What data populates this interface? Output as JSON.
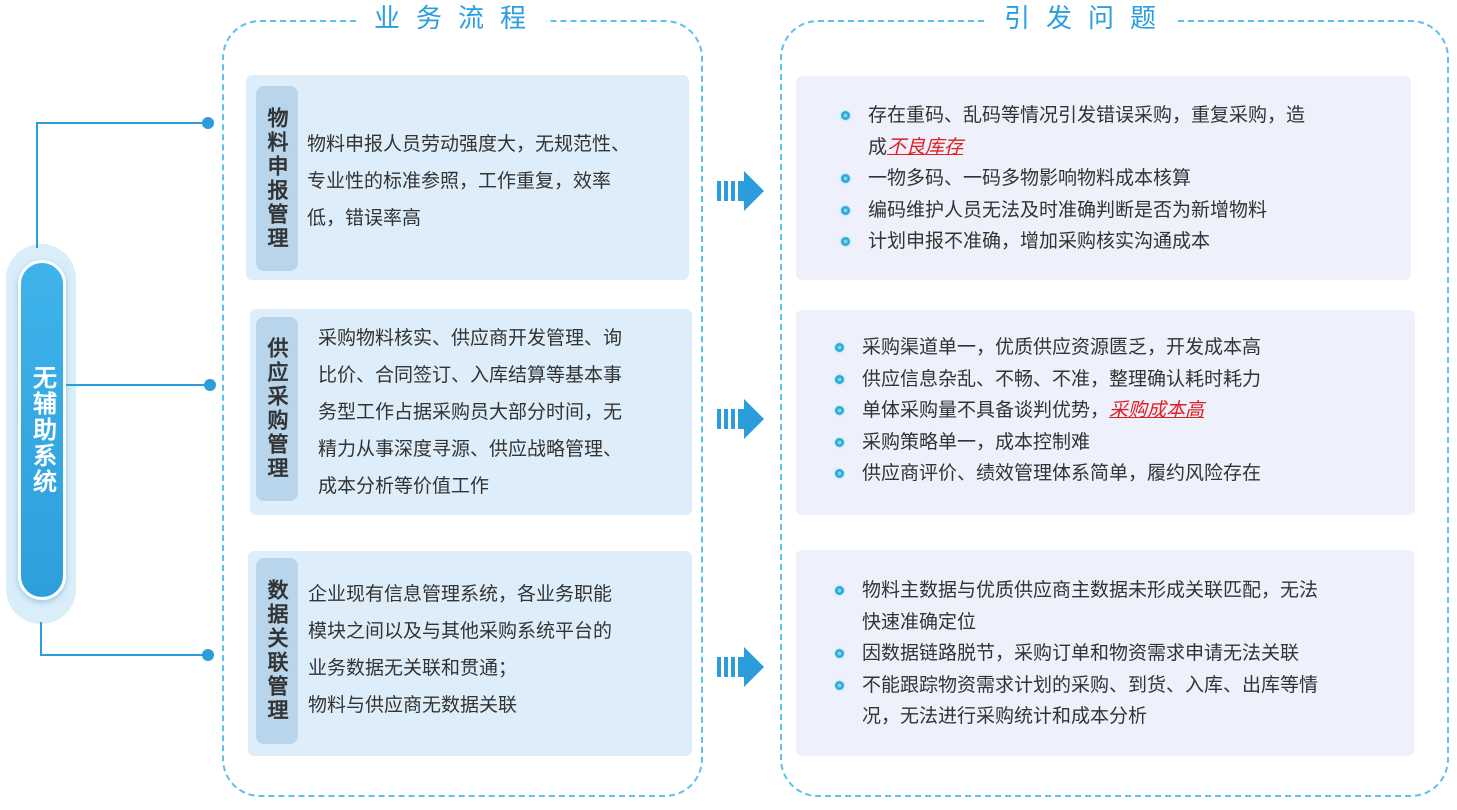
{
  "left_label": "无辅助系统",
  "panels": {
    "process_title": "业务流程",
    "issues_title": "引发问题"
  },
  "process": [
    {
      "tag": "物料申报管理",
      "lines": [
        "物料申报人员劳动强度大，无规范性、",
        "专业性的标准参照，工作重复，效率",
        "低，错误率高"
      ]
    },
    {
      "tag": "供应采购管理",
      "lines": [
        "采购物料核实、供应商开发管理、询",
        "比价、合同签订、入库结算等基本事",
        "务型工作占据采购员大部分时间，无",
        "精力从事深度寻源、供应战略管理、",
        "成本分析等价值工作"
      ]
    },
    {
      "tag": "数据关联管理",
      "lines": [
        "企业现有信息管理系统，各业务职能",
        "模块之间以及与其他采购系统平台的",
        "业务数据无关联和贯通；",
        "物料与供应商无数据关联"
      ]
    }
  ],
  "issues": [
    [
      {
        "pre": "存在重码、乱码等情况引发错误采购，重复采购，造",
        "cont": "成",
        "hl": "不良库存",
        "post": ""
      },
      {
        "pre": "一物多码、一码多物影响物料成本核算"
      },
      {
        "pre": "编码维护人员无法及时准确判断是否为新增物料"
      },
      {
        "pre": "计划申报不准确，增加采购核实沟通成本"
      }
    ],
    [
      {
        "pre": "采购渠道单一，优质供应资源匮乏，开发成本高"
      },
      {
        "pre": "供应信息杂乱、不畅、不准，整理确认耗时耗力"
      },
      {
        "pre": "单体采购量不具备谈判优势，",
        "hl": "采购成本高"
      },
      {
        "pre": "采购策略单一，成本控制难"
      },
      {
        "pre": "供应商评价、绩效管理体系简单，履约风险存在"
      }
    ],
    [
      {
        "pre": "物料主数据与优质供应商主数据未形成关联匹配，无法",
        "cont": "快速准确定位"
      },
      {
        "pre": "因数据链路脱节，采购订单和物资需求申请无法关联"
      },
      {
        "pre": "不能跟踪物资需求计划的采购、到货、入库、出库等情",
        "cont": "况，无法进行采购统计和成本分析"
      }
    ]
  ],
  "colors": {
    "accent": "#2b9ddc",
    "dashed": "#5cc1ee",
    "card_bg": "#ddeefa",
    "tag_bg": "#b9d5ec",
    "issue_bg": "#eef0fb",
    "highlight": "#e02020"
  }
}
